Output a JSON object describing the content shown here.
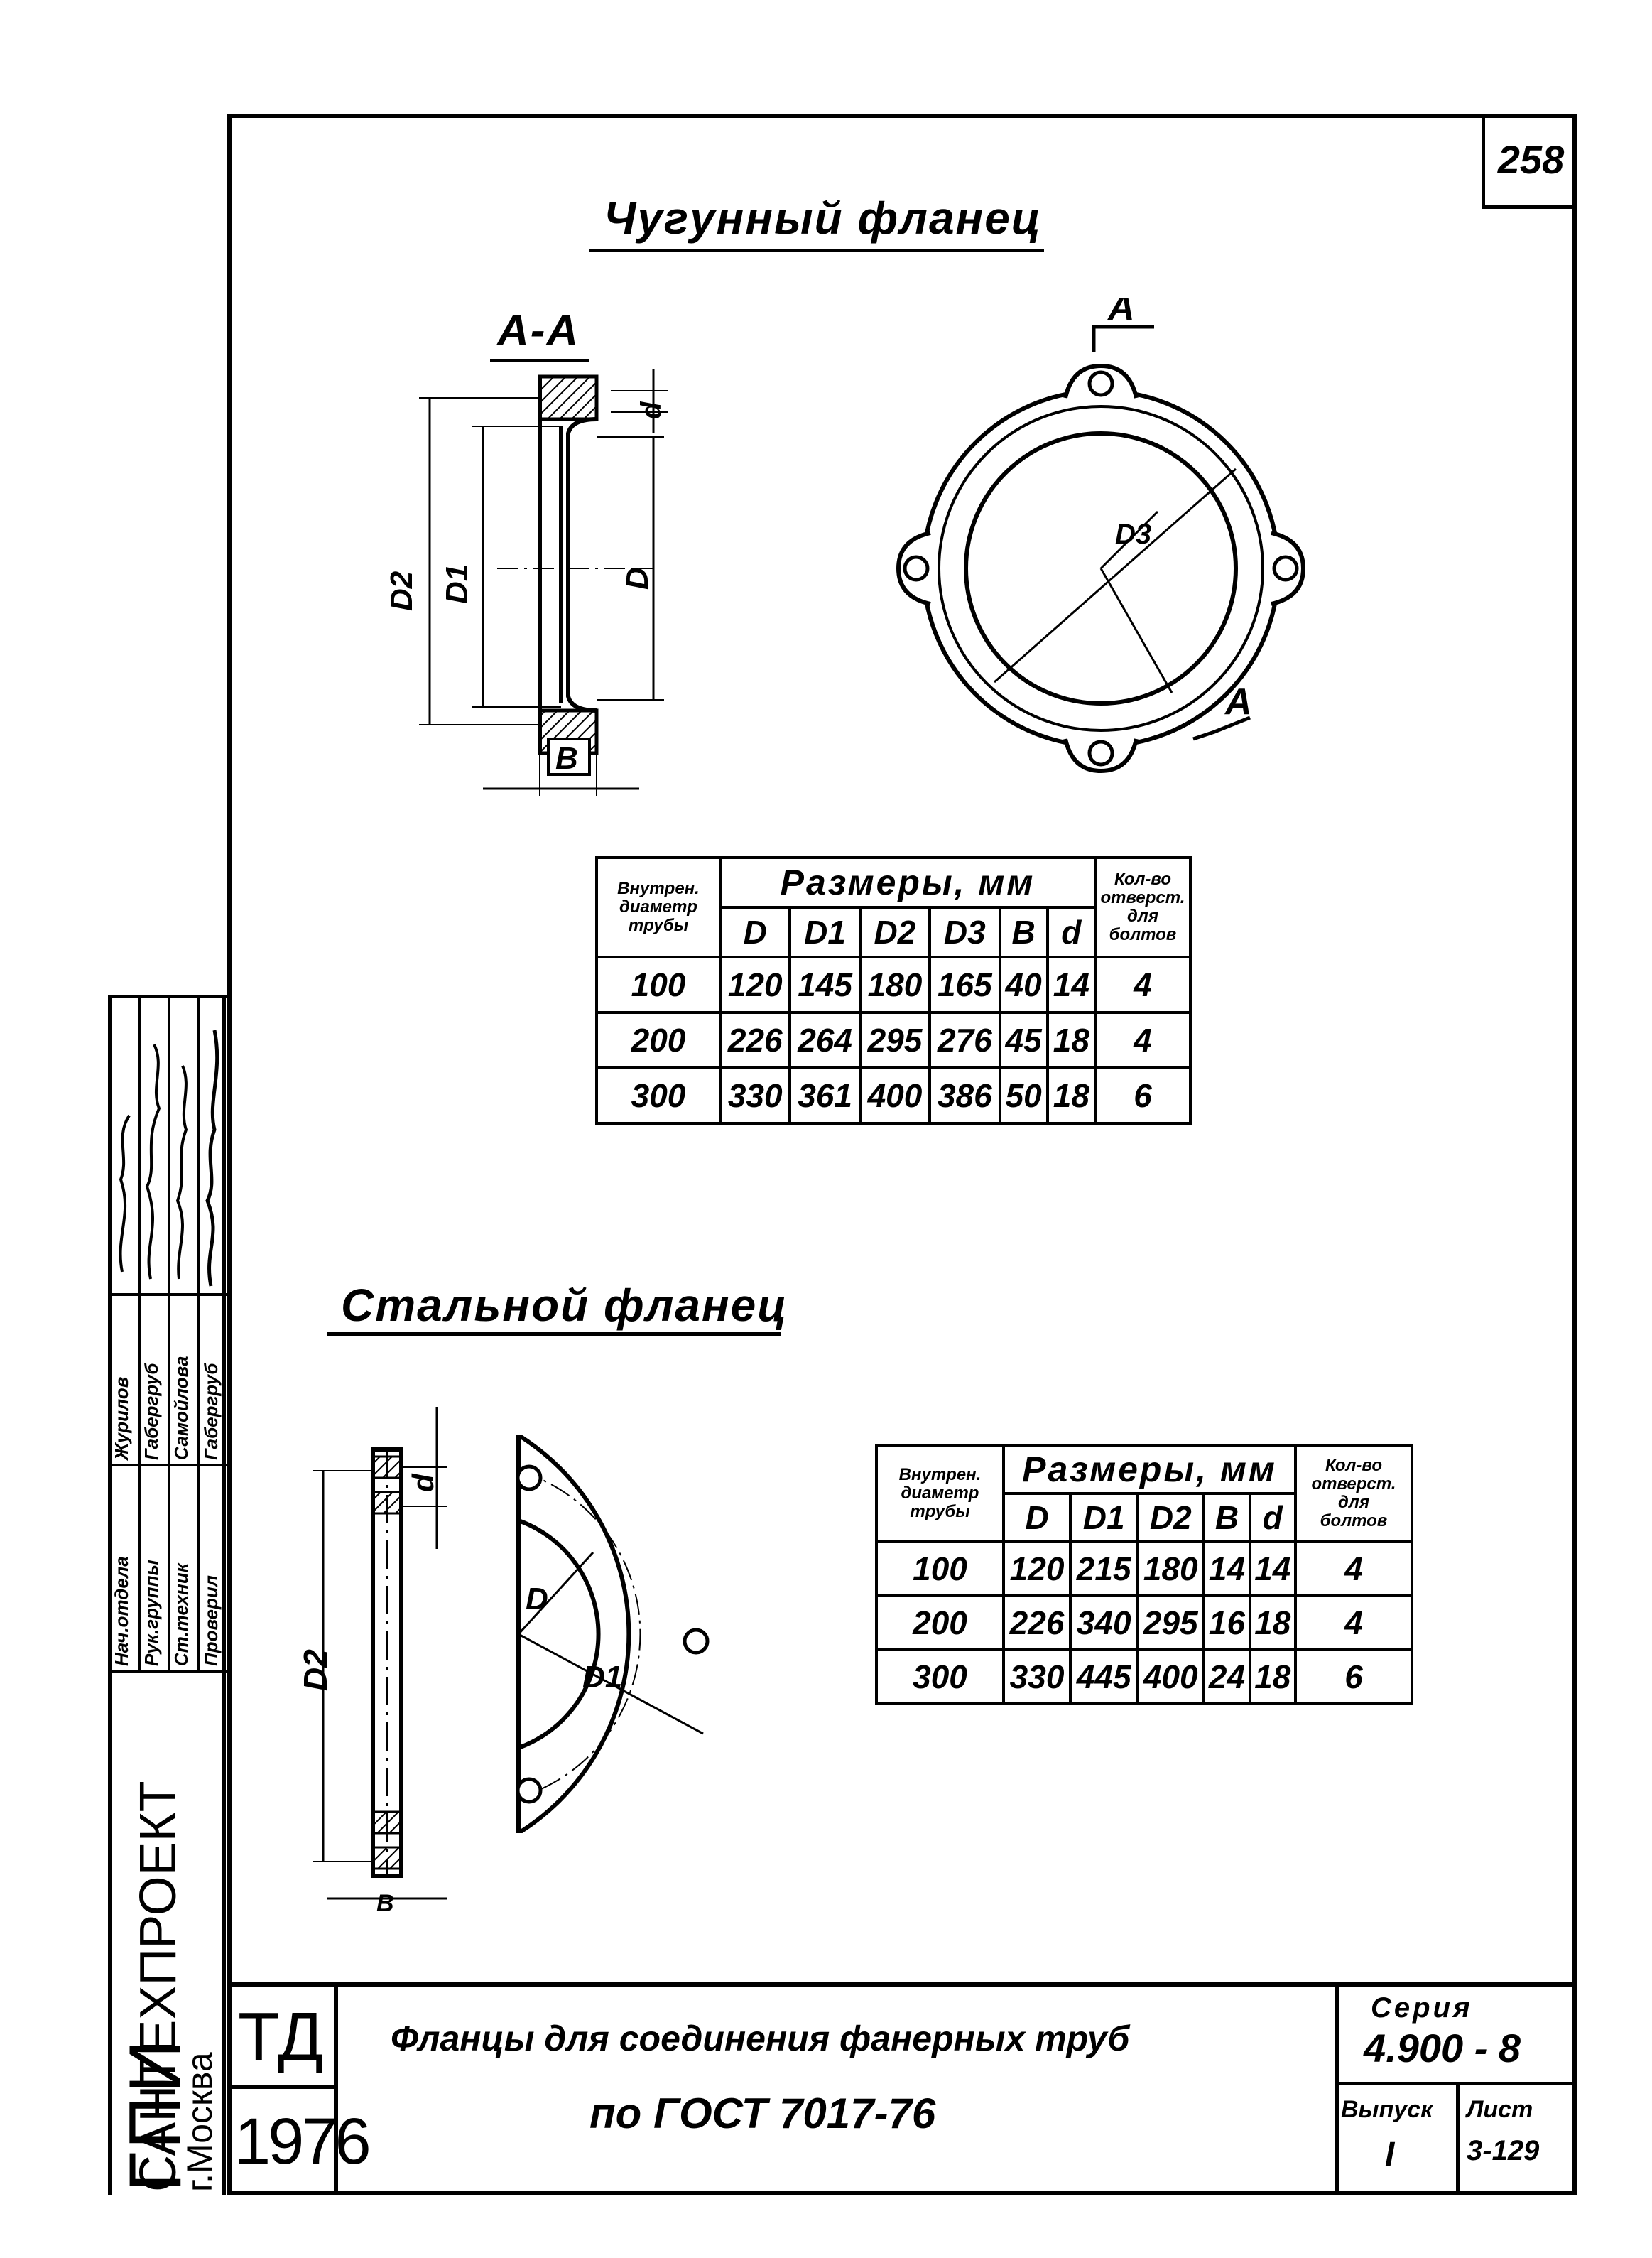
{
  "sheet_number": "258",
  "cast_iron": {
    "title": "Чугунный фланец",
    "section_label": "А-А",
    "cut_label_top": "А",
    "cut_label_bottom": "А",
    "dims": {
      "d2": "D2",
      "d1": "D1",
      "d": "D",
      "b": "B",
      "small_d": "d",
      "d3": "D3"
    },
    "table": {
      "col_inner_diam": [
        "Внутрен.",
        "диаметр",
        "трубы"
      ],
      "col_sizes": "Размеры, мм",
      "col_holes": [
        "Кол-во",
        "отверст.",
        "для",
        "болтов"
      ],
      "sub_headers": [
        "D",
        "D1",
        "D2",
        "D3",
        "B",
        "d"
      ],
      "rows": [
        [
          "100",
          "120",
          "145",
          "180",
          "165",
          "40",
          "14",
          "4"
        ],
        [
          "200",
          "226",
          "264",
          "295",
          "276",
          "45",
          "18",
          "4"
        ],
        [
          "300",
          "330",
          "361",
          "400",
          "386",
          "50",
          "18",
          "6"
        ]
      ]
    }
  },
  "steel": {
    "title": "Стальной фланец",
    "dims": {
      "d2": "D2",
      "d": "d",
      "b": "B",
      "big_d": "D",
      "d1": "D1"
    },
    "table": {
      "col_inner_diam": [
        "Внутрен.",
        "диаметр",
        "трубы"
      ],
      "col_sizes": "Размеры, мм",
      "col_holes": [
        "Кол-во",
        "отверст.",
        "для",
        "болтов"
      ],
      "sub_headers": [
        "D",
        "D1",
        "D2",
        "B",
        "d"
      ],
      "rows": [
        [
          "100",
          "120",
          "215",
          "180",
          "14",
          "14",
          "4"
        ],
        [
          "200",
          "226",
          "340",
          "295",
          "16",
          "18",
          "4"
        ],
        [
          "300",
          "330",
          "445",
          "400",
          "24",
          "18",
          "6"
        ]
      ]
    }
  },
  "title_block": {
    "org_short": "ТД",
    "year": "1976",
    "drawing_title_line1": "Фланцы для соединения фанерных труб",
    "drawing_title_line2": "по ГОСТ 7017-76",
    "series_label": "Серия",
    "series_value": "4.900 - 8",
    "issue_label": "Выпуск",
    "issue_value": "I",
    "sheet_label": "Лист",
    "sheet_value": "3-129"
  },
  "side_stamp": {
    "org_line1": "ГПИ",
    "org_line2": "САНТЕХПРОЕКТ",
    "org_line3": "г.Москва",
    "roles": [
      "Нач.отдела",
      "Рук.группы",
      "Ст.техник",
      "Проверил"
    ],
    "names": [
      "Журилов",
      "Габергруб",
      "Самойлова",
      "Габергруб"
    ]
  }
}
